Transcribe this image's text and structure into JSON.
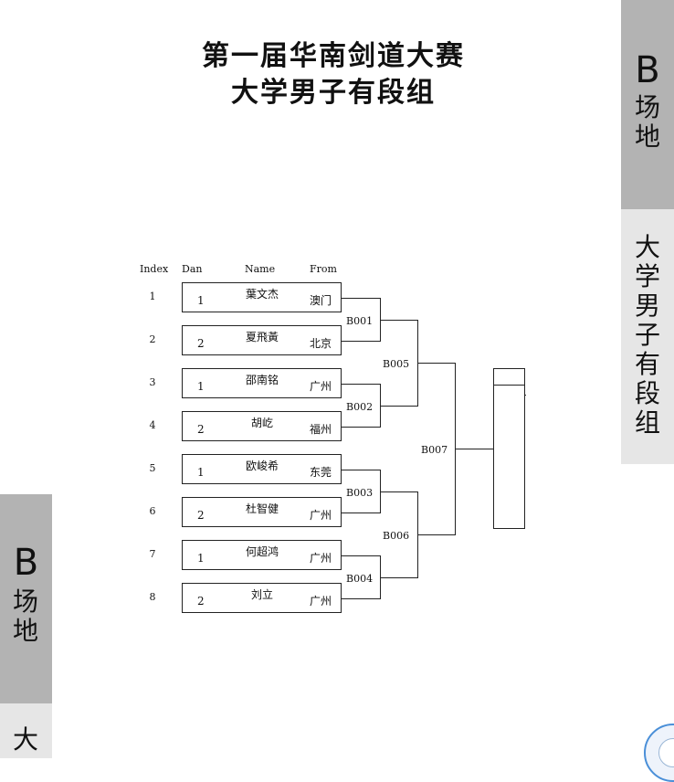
{
  "title_line1": "第一届华南剑道大赛",
  "title_line2": "大学男子有段组",
  "headers": {
    "index": "Index",
    "dan": "Dan",
    "name": "Name",
    "from": "From"
  },
  "competitors": [
    {
      "index": "1",
      "dan": "1",
      "name": "葉文杰",
      "from": "澳门"
    },
    {
      "index": "2",
      "dan": "2",
      "name": "夏飛黃",
      "from": "北京"
    },
    {
      "index": "3",
      "dan": "1",
      "name": "邵南铭",
      "from": "广州"
    },
    {
      "index": "4",
      "dan": "2",
      "name": "胡屹",
      "from": "福州"
    },
    {
      "index": "5",
      "dan": "1",
      "name": "欧峻希",
      "from": "东莞"
    },
    {
      "index": "6",
      "dan": "2",
      "name": "杜智健",
      "from": "广州"
    },
    {
      "index": "7",
      "dan": "1",
      "name": "何超鸿",
      "from": "广州"
    },
    {
      "index": "8",
      "dan": "2",
      "name": "刘立",
      "from": "广州"
    }
  ],
  "matches": {
    "b001": "B001",
    "b002": "B002",
    "b003": "B003",
    "b004": "B004",
    "b005": "B005",
    "b006": "B006",
    "b007": "B007"
  },
  "side_tab": {
    "letter": "B",
    "court": "场地",
    "group": "大学男子有段组",
    "group_short": "大"
  },
  "colors": {
    "tab_dark": "#b3b3b3",
    "tab_light": "#e6e6e6",
    "disc_ring": "#4a8fd8"
  }
}
